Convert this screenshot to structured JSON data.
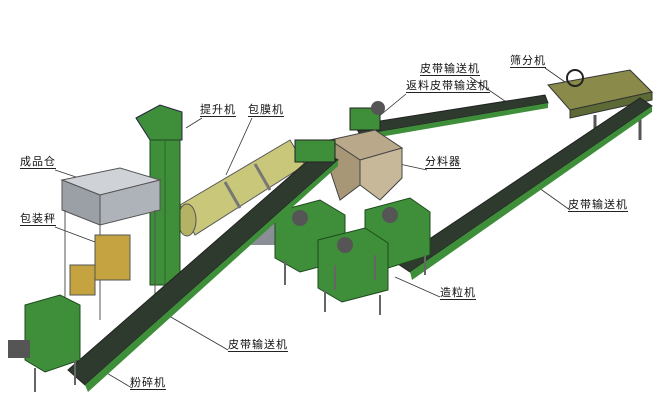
{
  "labels": {
    "belt_conveyor_top": "皮带输送机",
    "return_belt_conveyor": "返料皮带输送机",
    "screening_machine": "筛分机",
    "bucket_elevator": "提升机",
    "coating_machine": "包膜机",
    "finished_product_bin": "成品仓",
    "distributor": "分料器",
    "packing_scale": "包装秤",
    "belt_conveyor_right": "皮带输送机",
    "granulator": "造粒机",
    "belt_conveyor_bottom": "皮带输送机",
    "crusher": "粉碎机"
  },
  "colors": {
    "machine_green": "#3f8f3a",
    "dryer_yellow": "#c9c77a",
    "belt_dark": "#2d3a2d",
    "frame_grey": "#8a8f95"
  }
}
